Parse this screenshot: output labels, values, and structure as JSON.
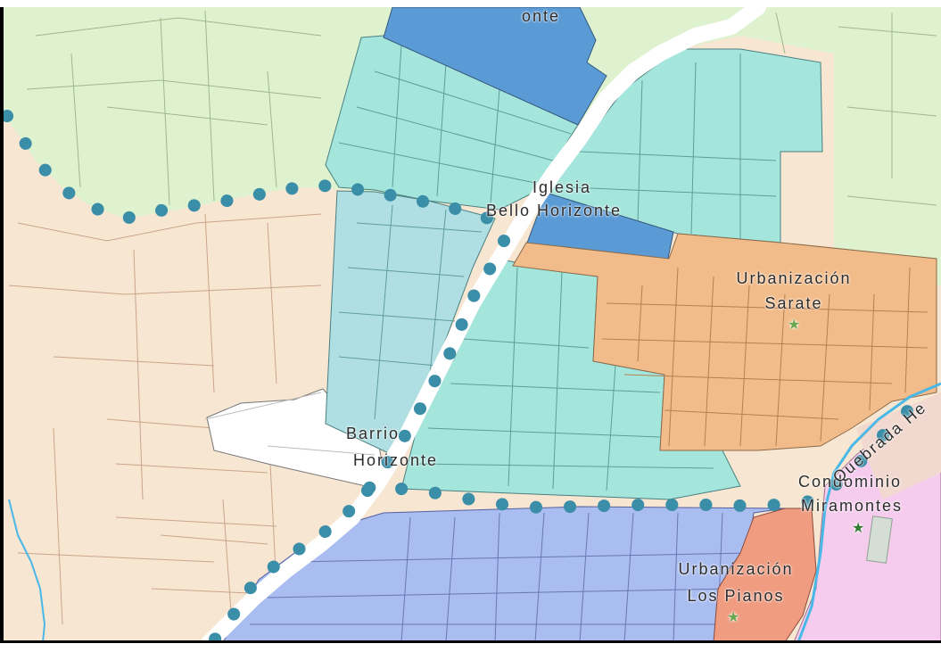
{
  "map": {
    "labels": {
      "top_partial": "onte",
      "iglesia_line1": "Iglesia",
      "iglesia_line2": "Bello Horizonte",
      "urb_sarate_line1": "Urbanización",
      "urb_sarate_line2": "Sarate",
      "barrio_line1": "Barrio",
      "barrio_line2": "Horizonte",
      "condominio_line1": "Condominio",
      "condominio_line2": "Miramontes",
      "urb_pianos_line1": "Urbanización",
      "urb_pianos_line2": "Los Pianos",
      "quebrada": "Quebrada He"
    },
    "colors": {
      "green_land": "#dff2cf",
      "cream_land": "#f7e6d2",
      "teal_zone": "#a4e6dc",
      "light_teal": "#b0dfe3",
      "blue_block": "#5b9bd5",
      "orange_zone": "#f2bc8a",
      "purple_zone": "#a9bdf0",
      "salmon_zone": "#ef9c80",
      "pink_zone": "#f6ccee",
      "route_dot": "#3b8ea8",
      "water": "#4ab8e6",
      "road": "#ffffff"
    },
    "markers": [
      {
        "name": "urbanizacion-sarate-marker",
        "symbol": "★"
      },
      {
        "name": "condominio-miramontes-marker",
        "symbol": "★"
      },
      {
        "name": "urbanizacion-los-pianos-marker",
        "symbol": "★"
      }
    ]
  }
}
